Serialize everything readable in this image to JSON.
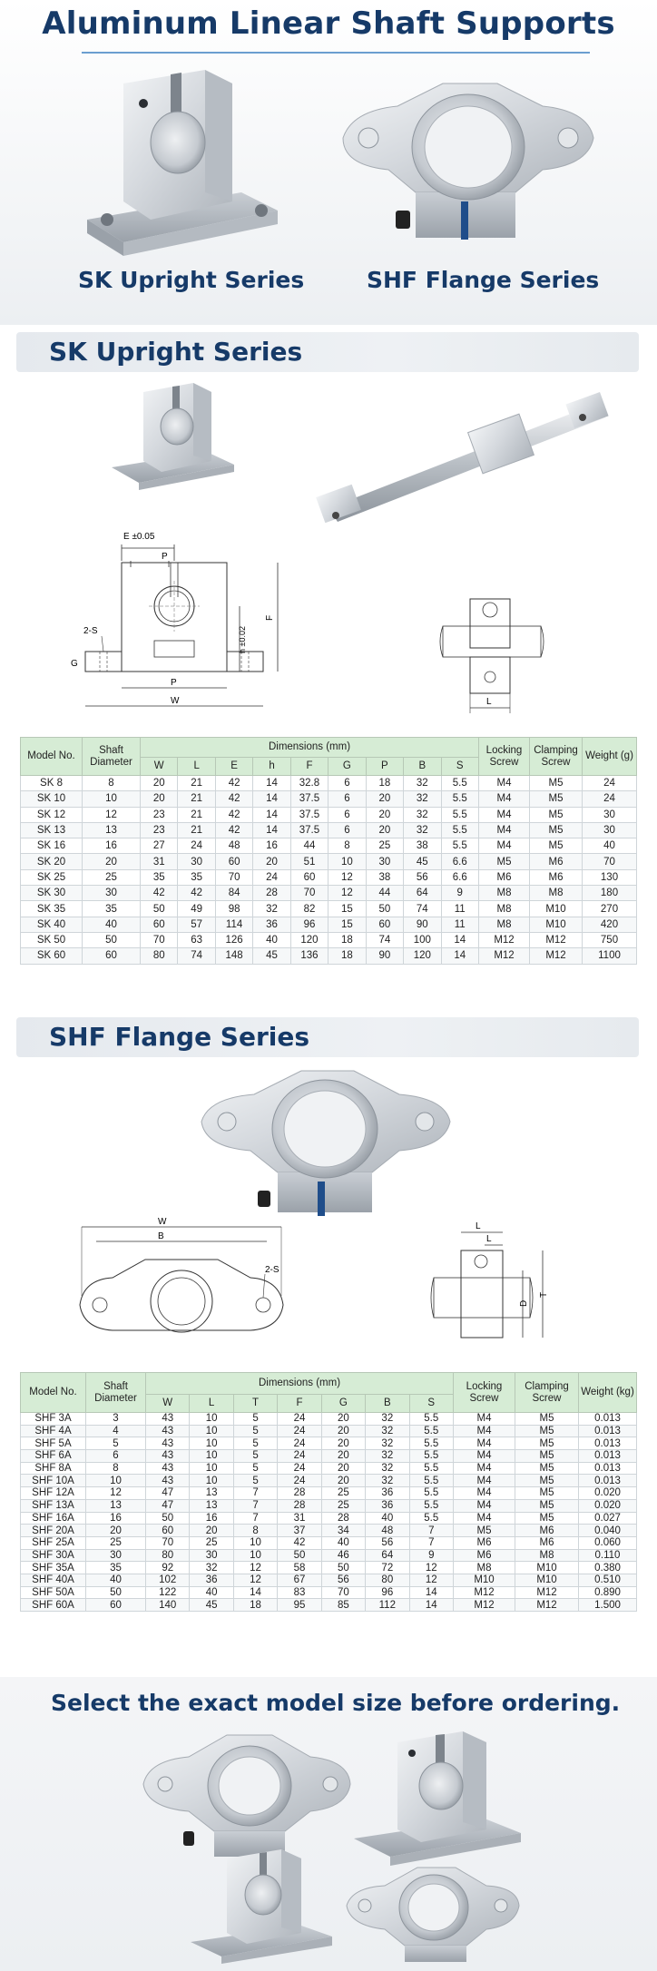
{
  "hero": {
    "title": "Aluminum Linear Shaft Supports",
    "caption_sk": "SK Upright Series",
    "caption_shf": "SHF Flange Series"
  },
  "sk_section": {
    "title": "SK Upright Series",
    "drawing_labels": {
      "e_tol": "E ±0.05",
      "p": "P",
      "two_s": "2-S",
      "g": "G",
      "h_tol": "h ±0.02",
      "f": "F",
      "p_bottom": "P",
      "w": "W",
      "l": "L"
    },
    "table": {
      "headers": {
        "model": "Model No.",
        "shaft": "Shaft Diameter",
        "dimensions": "Dimensions (mm)",
        "locking": "Locking Screw",
        "clamping": "Clamping Screw",
        "weight": "Weight (g)"
      },
      "dim_cols": [
        "W",
        "L",
        "E",
        "h",
        "F",
        "G",
        "P",
        "B",
        "S"
      ],
      "rows": [
        [
          "SK 8",
          "8",
          "20",
          "21",
          "42",
          "14",
          "32.8",
          "6",
          "18",
          "32",
          "5.5",
          "M4",
          "M5",
          "24"
        ],
        [
          "SK 10",
          "10",
          "20",
          "21",
          "42",
          "14",
          "37.5",
          "6",
          "20",
          "32",
          "5.5",
          "M4",
          "M5",
          "24"
        ],
        [
          "SK 12",
          "12",
          "23",
          "21",
          "42",
          "14",
          "37.5",
          "6",
          "20",
          "32",
          "5.5",
          "M4",
          "M5",
          "30"
        ],
        [
          "SK 13",
          "13",
          "23",
          "21",
          "42",
          "14",
          "37.5",
          "6",
          "20",
          "32",
          "5.5",
          "M4",
          "M5",
          "30"
        ],
        [
          "SK 16",
          "16",
          "27",
          "24",
          "48",
          "16",
          "44",
          "8",
          "25",
          "38",
          "5.5",
          "M4",
          "M5",
          "40"
        ],
        [
          "SK 20",
          "20",
          "31",
          "30",
          "60",
          "20",
          "51",
          "10",
          "30",
          "45",
          "6.6",
          "M5",
          "M6",
          "70"
        ],
        [
          "SK 25",
          "25",
          "35",
          "35",
          "70",
          "24",
          "60",
          "12",
          "38",
          "56",
          "6.6",
          "M6",
          "M6",
          "130"
        ],
        [
          "SK 30",
          "30",
          "42",
          "42",
          "84",
          "28",
          "70",
          "12",
          "44",
          "64",
          "9",
          "M8",
          "M8",
          "180"
        ],
        [
          "SK 35",
          "35",
          "50",
          "49",
          "98",
          "32",
          "82",
          "15",
          "50",
          "74",
          "11",
          "M8",
          "M10",
          "270"
        ],
        [
          "SK 40",
          "40",
          "60",
          "57",
          "114",
          "36",
          "96",
          "15",
          "60",
          "90",
          "11",
          "M8",
          "M10",
          "420"
        ],
        [
          "SK 50",
          "50",
          "70",
          "63",
          "126",
          "40",
          "120",
          "18",
          "74",
          "100",
          "14",
          "M12",
          "M12",
          "750"
        ],
        [
          "SK 60",
          "60",
          "80",
          "74",
          "148",
          "45",
          "136",
          "18",
          "90",
          "120",
          "14",
          "M12",
          "M12",
          "1100"
        ]
      ]
    }
  },
  "shf_section": {
    "title": "SHF Flange Series",
    "drawing_labels": {
      "w": "W",
      "b": "B",
      "two_s": "2-S",
      "l": "L",
      "t_small": "L",
      "d": "D",
      "t": "T"
    },
    "table": {
      "headers": {
        "model": "Model No.",
        "shaft": "Shaft Diameter",
        "dimensions": "Dimensions (mm)",
        "locking": "Locking Screw",
        "clamping": "Clamping Screw",
        "weight": "Weight (kg)"
      },
      "dim_cols": [
        "W",
        "L",
        "T",
        "F",
        "G",
        "B",
        "S"
      ],
      "rows": [
        [
          "SHF 3A",
          "3",
          "43",
          "10",
          "5",
          "24",
          "20",
          "32",
          "5.5",
          "M4",
          "M5",
          "0.013"
        ],
        [
          "SHF 4A",
          "4",
          "43",
          "10",
          "5",
          "24",
          "20",
          "32",
          "5.5",
          "M4",
          "M5",
          "0.013"
        ],
        [
          "SHF 5A",
          "5",
          "43",
          "10",
          "5",
          "24",
          "20",
          "32",
          "5.5",
          "M4",
          "M5",
          "0.013"
        ],
        [
          "SHF 6A",
          "6",
          "43",
          "10",
          "5",
          "24",
          "20",
          "32",
          "5.5",
          "M4",
          "M5",
          "0.013"
        ],
        [
          "SHF 8A",
          "8",
          "43",
          "10",
          "5",
          "24",
          "20",
          "32",
          "5.5",
          "M4",
          "M5",
          "0.013"
        ],
        [
          "SHF 10A",
          "10",
          "43",
          "10",
          "5",
          "24",
          "20",
          "32",
          "5.5",
          "M4",
          "M5",
          "0.013"
        ],
        [
          "SHF 12A",
          "12",
          "47",
          "13",
          "7",
          "28",
          "25",
          "36",
          "5.5",
          "M4",
          "M5",
          "0.020"
        ],
        [
          "SHF 13A",
          "13",
          "47",
          "13",
          "7",
          "28",
          "25",
          "36",
          "5.5",
          "M4",
          "M5",
          "0.020"
        ],
        [
          "SHF 16A",
          "16",
          "50",
          "16",
          "7",
          "31",
          "28",
          "40",
          "5.5",
          "M4",
          "M5",
          "0.027"
        ],
        [
          "SHF 20A",
          "20",
          "60",
          "20",
          "8",
          "37",
          "34",
          "48",
          "7",
          "M5",
          "M6",
          "0.040"
        ],
        [
          "SHF 25A",
          "25",
          "70",
          "25",
          "10",
          "42",
          "40",
          "56",
          "7",
          "M6",
          "M6",
          "0.060"
        ],
        [
          "SHF 30A",
          "30",
          "80",
          "30",
          "10",
          "50",
          "46",
          "64",
          "9",
          "M6",
          "M8",
          "0.110"
        ],
        [
          "SHF 35A",
          "35",
          "92",
          "32",
          "12",
          "58",
          "50",
          "72",
          "12",
          "M8",
          "M10",
          "0.380"
        ],
        [
          "SHF 40A",
          "40",
          "102",
          "36",
          "12",
          "67",
          "56",
          "80",
          "12",
          "M10",
          "M10",
          "0.510"
        ],
        [
          "SHF 50A",
          "50",
          "122",
          "40",
          "14",
          "83",
          "70",
          "96",
          "14",
          "M12",
          "M12",
          "0.890"
        ],
        [
          "SHF 60A",
          "60",
          "140",
          "45",
          "18",
          "95",
          "85",
          "112",
          "14",
          "M12",
          "M12",
          "1.500"
        ]
      ]
    }
  },
  "footer": {
    "text": "Select the exact model size before ordering."
  },
  "colors": {
    "heading": "#163a68",
    "table_header": "#d6ecd5",
    "rule": "#6b9ed0"
  }
}
